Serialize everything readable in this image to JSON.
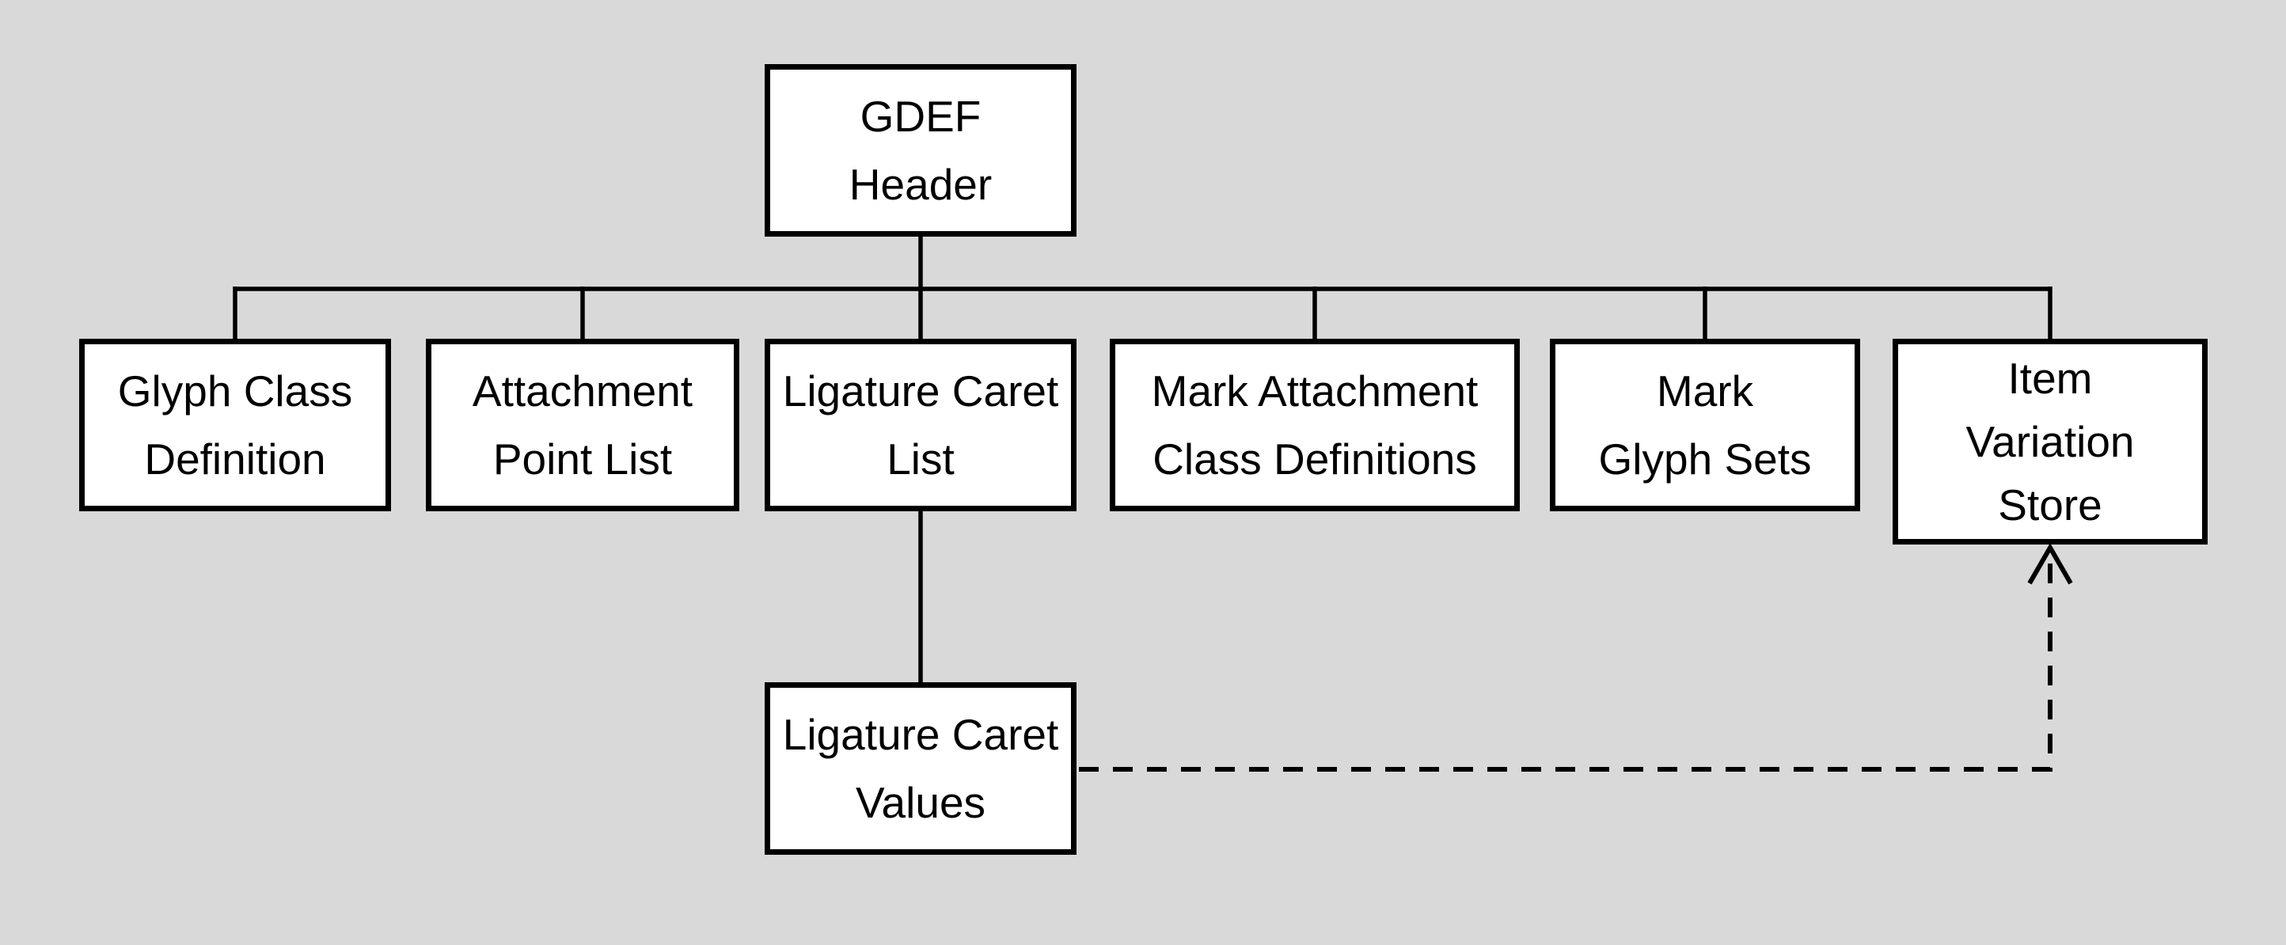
{
  "diagram_title": "GDEF table structure diagram",
  "colors": {
    "background": "#d9d9d9",
    "box_fill": "#ffffff",
    "line": "#000000"
  },
  "nodes": {
    "gdef_header": {
      "label": "GDEF Header",
      "lines": [
        "GDEF",
        "Header"
      ]
    },
    "glyph_class_definition": {
      "label": "Glyph Class Definition",
      "lines": [
        "Glyph Class",
        "Definition"
      ]
    },
    "attachment_point_list": {
      "label": "Attachment Point List",
      "lines": [
        "Attachment",
        "Point List"
      ]
    },
    "ligature_caret_list": {
      "label": "Ligature Caret List",
      "lines": [
        "Ligature Caret",
        "List"
      ]
    },
    "mark_attachment_class_definitions": {
      "label": "Mark Attachment Class Definitions",
      "lines": [
        "Mark Attachment",
        "Class Definitions"
      ]
    },
    "mark_glyph_sets": {
      "label": "Mark Glyph Sets",
      "lines": [
        "Mark",
        "Glyph Sets"
      ]
    },
    "item_variation_store": {
      "label": "Item Variation Store",
      "lines": [
        "Item",
        "Variation",
        "Store"
      ]
    },
    "ligature_caret_values": {
      "label": "Ligature Caret Values",
      "lines": [
        "Ligature Caret",
        "Values"
      ]
    }
  },
  "edges": [
    {
      "from": "gdef_header",
      "to": "glyph_class_definition",
      "style": "solid"
    },
    {
      "from": "gdef_header",
      "to": "attachment_point_list",
      "style": "solid"
    },
    {
      "from": "gdef_header",
      "to": "ligature_caret_list",
      "style": "solid"
    },
    {
      "from": "gdef_header",
      "to": "mark_attachment_class_definitions",
      "style": "solid"
    },
    {
      "from": "gdef_header",
      "to": "mark_glyph_sets",
      "style": "solid"
    },
    {
      "from": "gdef_header",
      "to": "item_variation_store",
      "style": "solid"
    },
    {
      "from": "ligature_caret_list",
      "to": "ligature_caret_values",
      "style": "solid"
    },
    {
      "from": "ligature_caret_values",
      "to": "item_variation_store",
      "style": "dashed-arrow"
    }
  ]
}
